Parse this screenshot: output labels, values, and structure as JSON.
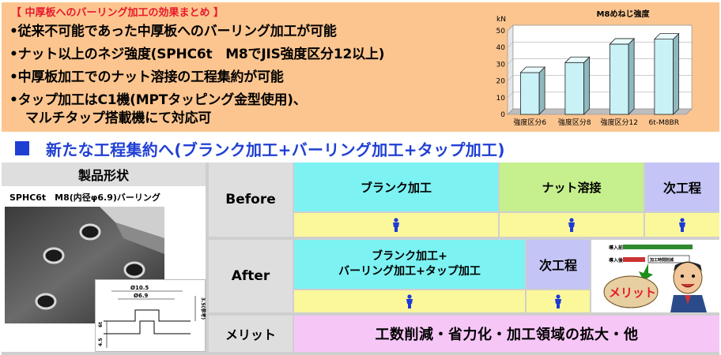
{
  "top": {
    "heading": "【 中厚板へのバーリング加工の効果まとめ 】",
    "bullets": [
      "•従来不可能であった中厚板へのバーリング加工が可能",
      "•ナット以上のネジ強度(SPHC6t　M8でJIS強度区分12以上)",
      "•中厚板加工でのナット溶接の工程集約が可能",
      "•タップ加工はC1機(MPTタッピング金型使用)、",
      "マルチタップ搭載機にて対応可"
    ]
  },
  "chart_data": {
    "type": "bar",
    "title": "M8めねじ強度",
    "unit_label": "kN",
    "categories": [
      "強度区分6",
      "強度区分8",
      "強度区分12",
      "6t-M8BR"
    ],
    "values": [
      25,
      31,
      42,
      45
    ],
    "ylim": [
      0,
      50
    ],
    "yticks": [
      "0",
      "10",
      "20",
      "30",
      "40",
      "50"
    ],
    "bar_color": "#c9f2f7",
    "grid": true
  },
  "section": {
    "title": "新たな工程集約へ(ブランク加工+バーリング加工+タップ加工)"
  },
  "product": {
    "title": "製品形状",
    "subtitle": "SPHC6t　M8(内径φ6.9)バーリング",
    "dim_outer": "Ø10.5",
    "dim_inner": "Ø6.9",
    "dim_height": "3.5(参考)",
    "dim_thick": "6t",
    "dim_side": "4.5"
  },
  "rows": {
    "before": "Before",
    "after": "After",
    "merit": "メリット"
  },
  "before": {
    "blank": "ブランク加工",
    "nut": "ナット溶接",
    "next": "次工程"
  },
  "after": {
    "combined_line1": "ブランク加工+",
    "combined_line2": "バーリング加工+タップ加工",
    "next": "次工程"
  },
  "merit_text": "工数削減・省力化・加工領域の拡大・他",
  "cartoon": {
    "label_top": "導入前",
    "label_mid": "導入後",
    "label_cost": "加工時間削減",
    "merit_word": "メリット"
  }
}
